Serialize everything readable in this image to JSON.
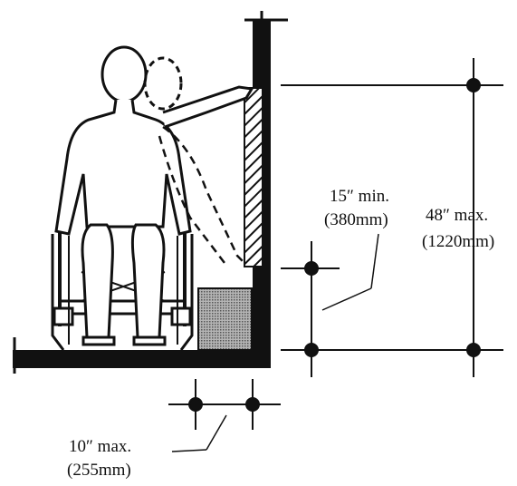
{
  "labels": {
    "side_min": "15″ min.",
    "side_min_metric": "(380mm)",
    "side_max": "48″ max.",
    "side_max_metric": "(1220mm)",
    "depth_max": "10″ max.",
    "depth_max_metric": "(255mm)"
  },
  "colors": {
    "ink": "#111111",
    "obstruction_fill": "#9a9a9a",
    "background": "#ffffff"
  }
}
